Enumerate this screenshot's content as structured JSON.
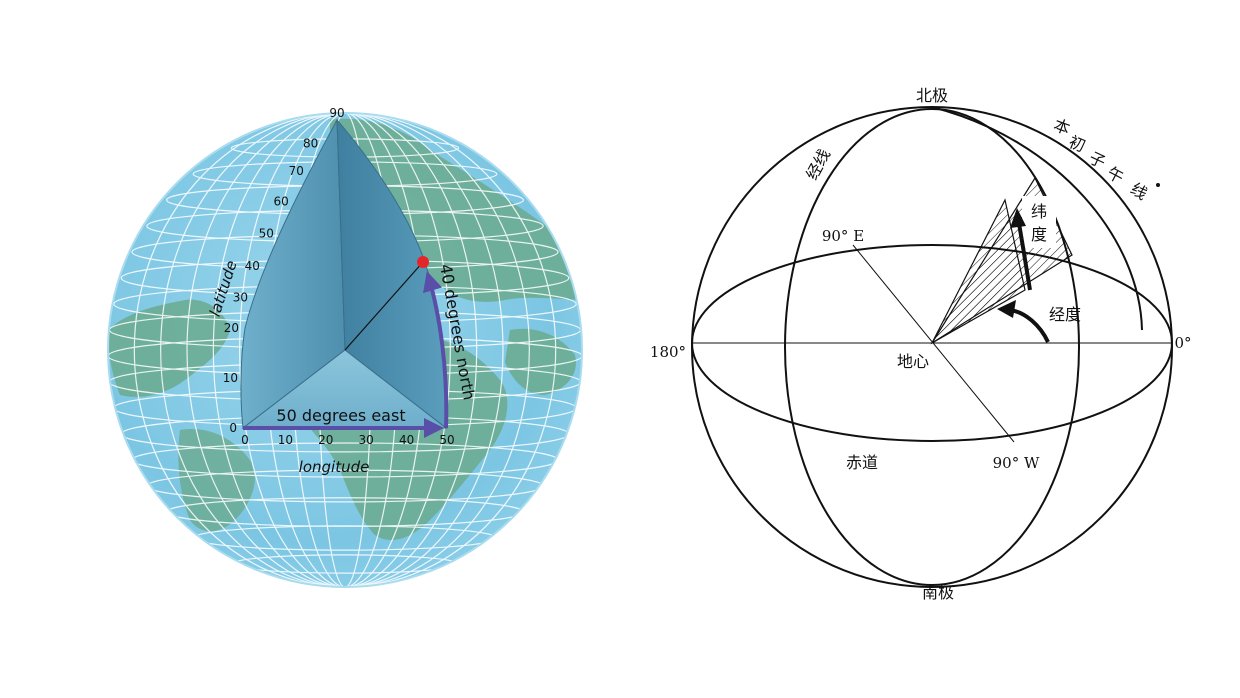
{
  "left_globe": {
    "longitude_ticks": [
      "0",
      "10",
      "20",
      "30",
      "40",
      "50"
    ],
    "latitude_ticks": [
      "0",
      "10",
      "20",
      "30",
      "40",
      "50",
      "60",
      "70",
      "80",
      "90"
    ],
    "longitude_title": "longitude",
    "latitude_title": "latitude",
    "east_label": "50 degrees east",
    "north_label": "40 degrees north",
    "colors": {
      "ocean": "#7cc6e3",
      "land": "#6aaa8e",
      "grid": "#ffffff",
      "wedge": "#5b9bb8",
      "arrow": "#5a4fa8",
      "point": "#e4262b"
    }
  },
  "right_diagram": {
    "north_pole": "北极",
    "south_pole": "南极",
    "east_90": "90° E",
    "west_90": "90° W",
    "deg_180": "180°",
    "deg_0": "0°",
    "center": "地心",
    "equator": "赤道",
    "latitude_chars": [
      "纬",
      "度"
    ],
    "longitude": "经度",
    "meridian": "经线",
    "prime_meridian_chars": [
      "本",
      "初",
      "子",
      "午",
      "线"
    ]
  }
}
